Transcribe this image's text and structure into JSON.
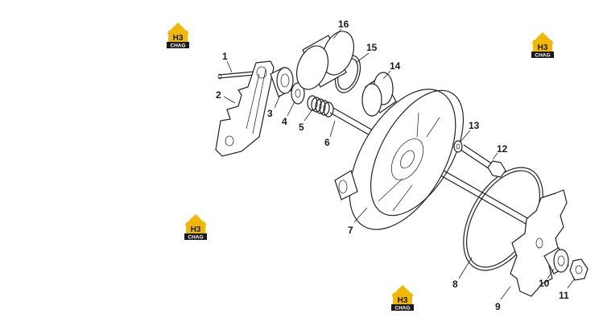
{
  "watermark": {
    "brand_primary": "H3",
    "brand_secondary": "CHAG",
    "accent_color": "#f2b800",
    "dark_color": "#1a1a1a"
  },
  "callouts": [
    {
      "id": "1",
      "label": "1"
    },
    {
      "id": "2",
      "label": "2"
    },
    {
      "id": "3",
      "label": "3"
    },
    {
      "id": "4",
      "label": "4"
    },
    {
      "id": "5",
      "label": "5"
    },
    {
      "id": "6",
      "label": "6"
    },
    {
      "id": "7",
      "label": "7"
    },
    {
      "id": "8",
      "label": "8"
    },
    {
      "id": "9",
      "label": "9"
    },
    {
      "id": "10",
      "label": "10"
    },
    {
      "id": "11",
      "label": "11"
    },
    {
      "id": "12",
      "label": "12"
    },
    {
      "id": "13",
      "label": "13"
    },
    {
      "id": "14",
      "label": "14"
    },
    {
      "id": "15",
      "label": "15"
    },
    {
      "id": "16",
      "label": "16"
    }
  ]
}
